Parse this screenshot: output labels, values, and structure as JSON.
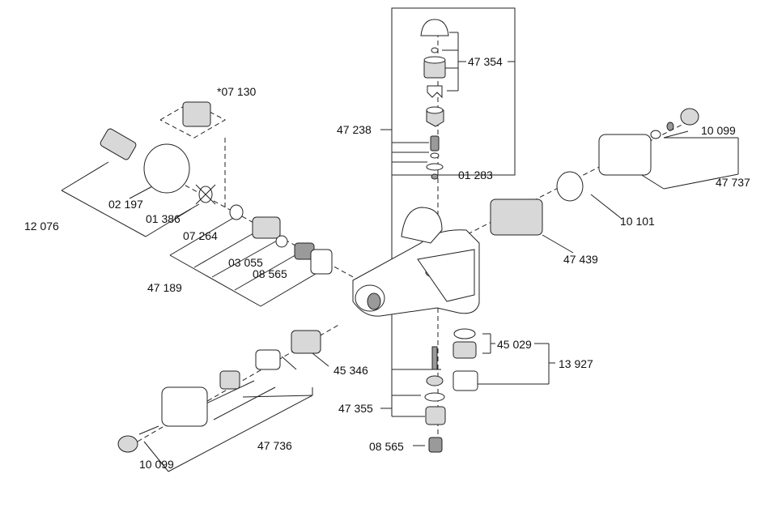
{
  "diagram": {
    "part_labels": {
      "p07130": "*07 130",
      "p47354": "47 354",
      "p47238": "47 238",
      "p01283": "01 283",
      "p10099_r": "10 099",
      "p47737": "47 737",
      "p02197": "02 197",
      "p01386": "01 386",
      "p12076": "12 076",
      "p10101": "10 101",
      "p07264": "07 264",
      "p03055": "03 055",
      "p08565_l": "08 565",
      "p47189": "47 189",
      "p47439": "47 439",
      "p45029": "45 029",
      "p13927": "13 927",
      "p45346": "45 346",
      "p47355": "47 355",
      "p08565_b": "08 565",
      "p47736": "47 736",
      "p10099_l": "10 099"
    }
  }
}
